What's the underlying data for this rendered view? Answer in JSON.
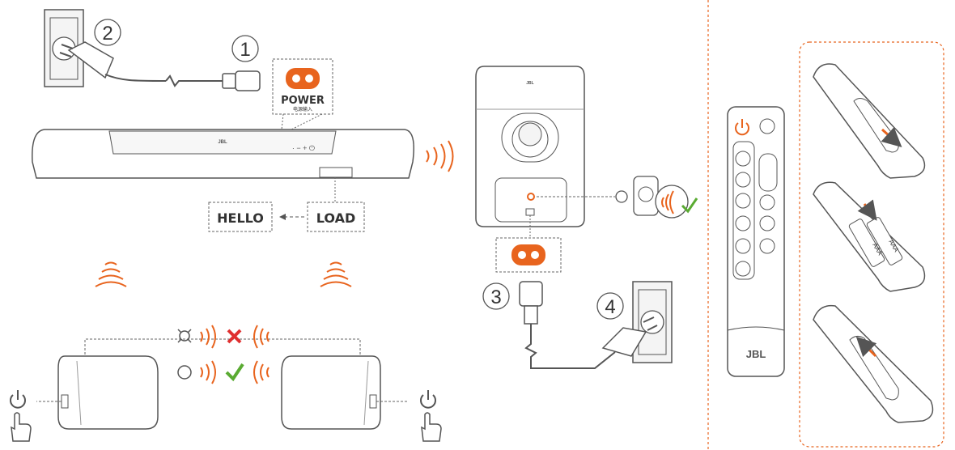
{
  "steps": {
    "one": "1",
    "two": "2",
    "three": "3",
    "four": "4"
  },
  "power": {
    "label": "POWER",
    "sublabel": "电源输入"
  },
  "buttons": {
    "hello": "HELLO",
    "load": "LOAD"
  },
  "brand": {
    "logo": "JBL"
  },
  "battery": {
    "label_a": "AAA",
    "label_b": "AAA"
  },
  "colors": {
    "accent": "#e8641e",
    "check": "#5aab32",
    "cross": "#e03030",
    "line": "#555555"
  },
  "icons": [
    "power-icon",
    "hand-pointer-icon",
    "sound-wave-icon",
    "check-icon",
    "cross-icon",
    "plug-icon",
    "wall-socket-icon",
    "remote-control-icon",
    "battery-icon",
    "arrow-icon"
  ]
}
